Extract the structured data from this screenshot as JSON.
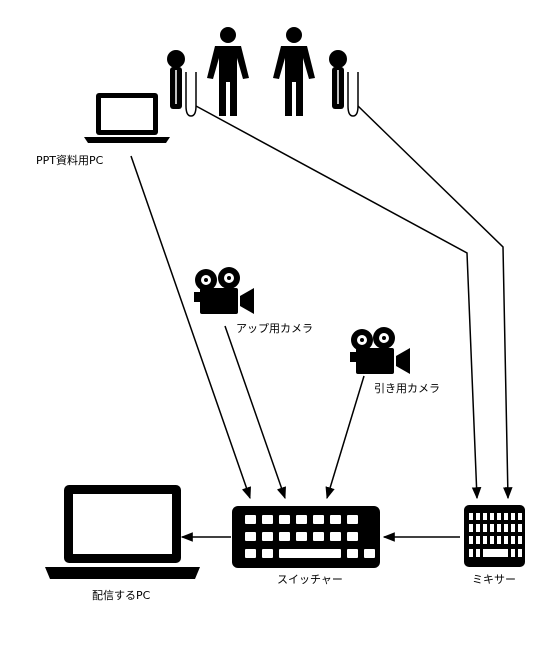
{
  "labels": {
    "ppt_pc": "PPT資料用PC",
    "up_camera": "アップ用カメラ",
    "wide_camera": "引き用カメラ",
    "switcher": "スイッチャー",
    "mixer": "ミキサー",
    "streaming_pc": "配信するPC"
  },
  "icons": [
    "microphone-icon",
    "person-icon",
    "laptop-icon",
    "video-camera-icon",
    "keyboard-icon",
    "mixer-icon"
  ],
  "colors": {
    "stroke": "#000000",
    "fill": "#000000",
    "background": "#ffffff"
  }
}
